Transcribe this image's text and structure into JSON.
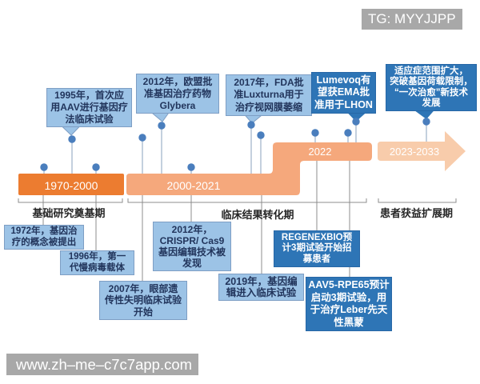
{
  "colors": {
    "bar_dark_orange": "#EC7C30",
    "bar_mid_orange": "#F5A87C",
    "bar_light_orange": "#F8CCAB",
    "box_light_blue": "#9CC3E6",
    "box_light_border": "#7E9EC4",
    "box_dark_blue": "#2E75B6",
    "dot_blue": "#4A7EBD",
    "stem_gray": "#9DB1C8",
    "line_gray": "#8C8C8C",
    "text_dark": "#22355C",
    "text_white": "#FFFFFF",
    "label_dark": "#262626",
    "watermark_gray": "#A8A8A8"
  },
  "watermarks": {
    "top_right": "TG: MYYJJPP",
    "bottom_left": "www.zh–me–c7c7app.com"
  },
  "timeline": {
    "segments": [
      {
        "label": "1970-2000"
      },
      {
        "label": "2000-2021"
      },
      {
        "label": "2022"
      },
      {
        "label": "2023-2033"
      }
    ],
    "periods": [
      {
        "label": "基础研究奠基期"
      },
      {
        "label": "临床结果转化期"
      },
      {
        "label": "患者获益扩展期"
      }
    ]
  },
  "events_above": [
    {
      "text": "1995年，首次应\n用AAV进行基因疗\n法临床试验"
    },
    {
      "text": "2012年，欧盟批\n准基因治疗药物\nGlybera"
    },
    {
      "text": "2017年，FDA批\n准Luxturna用于\n治疗视网膜萎缩"
    },
    {
      "text": "Lumevoq有\n望获EMA批\n准用于LHON"
    },
    {
      "text": "适应症范围扩大，\n突破基因荷载限制，\n“一次治愈”新技术\n发展"
    }
  ],
  "events_below": [
    {
      "text": "1972年，基因治\n疗的概念被提出"
    },
    {
      "text": "1996年，第一\n代慢病毒载体"
    },
    {
      "text": "2007年，眼部遗\n传性失明临床试验\n开始"
    },
    {
      "text": "2012年，\nCRISPR/ Cas9\n基因编辑技术被\n发现"
    },
    {
      "text": "2019年，基因编\n辑进入临床试验"
    },
    {
      "text": "REGENEXBIO预\n计3期试验开始招\n募患者"
    },
    {
      "text": "AAV5-RPE65预计\n启动3期试验，用\n于治疗Leber先天\n性黑蒙"
    }
  ]
}
